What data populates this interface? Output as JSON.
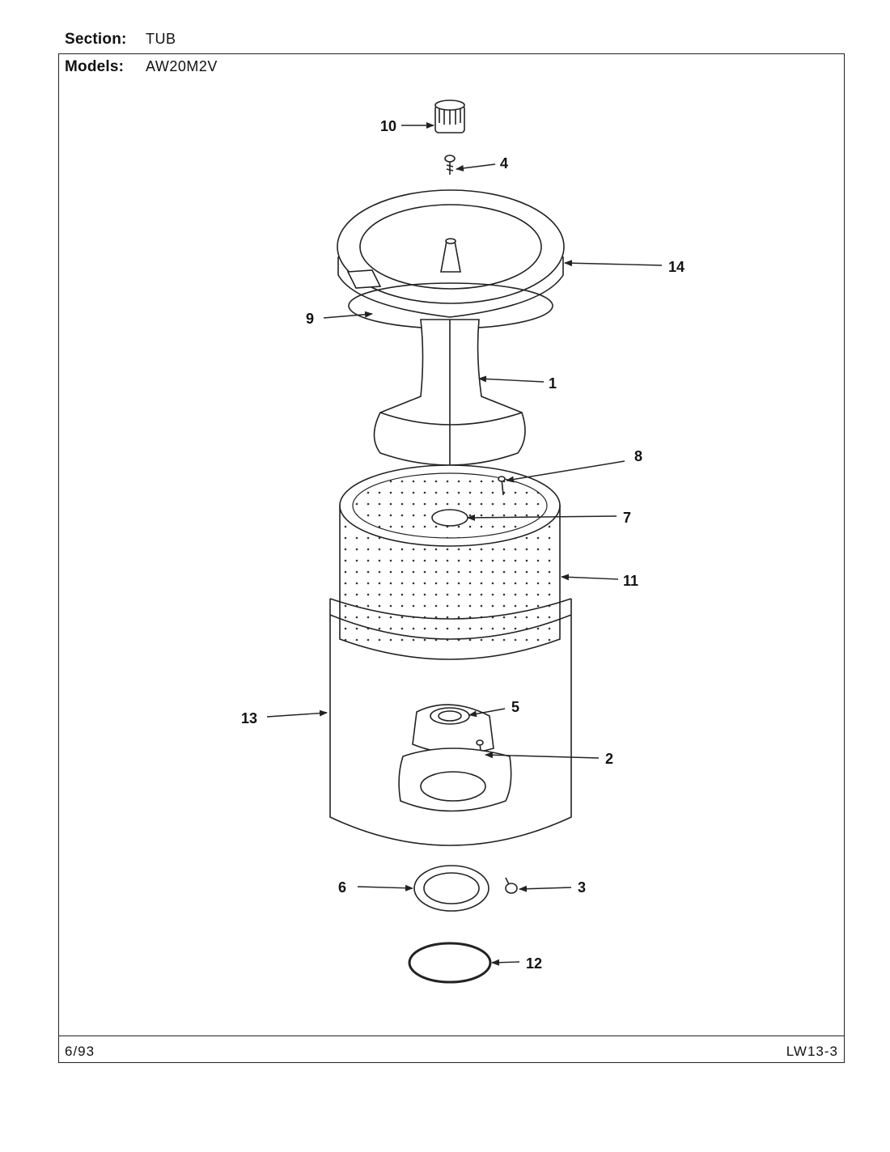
{
  "header": {
    "section_label": "Section:",
    "section_value": "TUB",
    "models_label": "Models:",
    "models_value": "AW20M2V"
  },
  "footer": {
    "date": "6/93",
    "page_code": "LW13-3"
  },
  "callouts": [
    "1",
    "2",
    "3",
    "4",
    "5",
    "6",
    "7",
    "8",
    "9",
    "10",
    "11",
    "12",
    "13",
    "14"
  ]
}
